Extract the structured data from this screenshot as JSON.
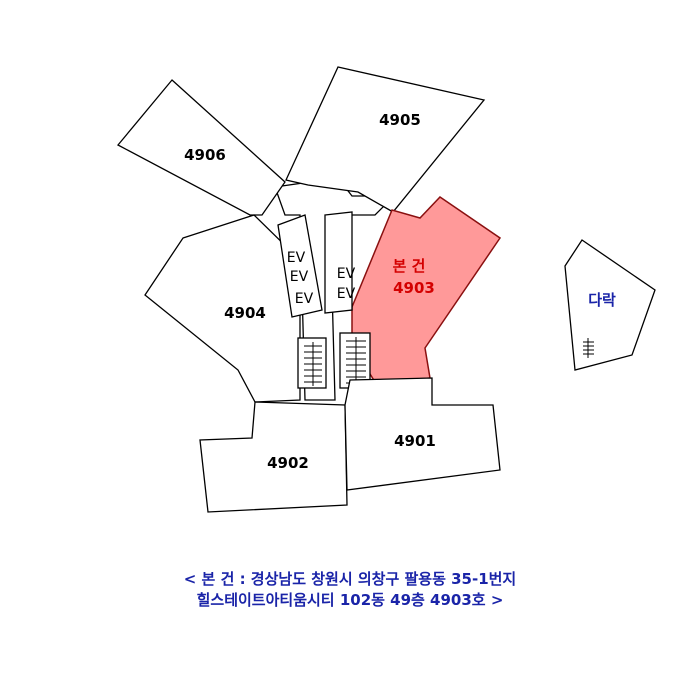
{
  "units": [
    {
      "id": "4906",
      "label": "4906"
    },
    {
      "id": "4905",
      "label": "4905"
    },
    {
      "id": "4904",
      "label": "4904"
    },
    {
      "id": "4903",
      "label": "4903"
    },
    {
      "id": "4902",
      "label": "4902"
    },
    {
      "id": "4901",
      "label": "4901"
    }
  ],
  "highlight": {
    "label": "본 건",
    "unit": "4903",
    "color": "#ff9999"
  },
  "elevator_label": "EV",
  "annex": {
    "label": "다락"
  },
  "caption": {
    "line1": "< 본 건 : 경상남도 창원시 의창구 팔용동 35-1번지",
    "line2": "힐스테이트아티움시티 102동 49층 4903호 >"
  },
  "colors": {
    "caption": "#1a24a8",
    "highlight_text": "#d40000",
    "annex_text": "#1a24a8"
  }
}
